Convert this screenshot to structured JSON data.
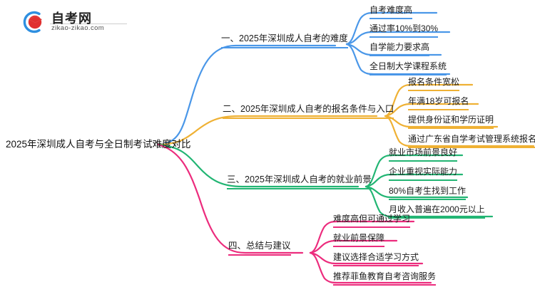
{
  "logo": {
    "name_cn": "自考网",
    "url": "zikao-zikao.com",
    "mark_icon": "graduation-cap-icon",
    "arc_color": "#2e8fe0",
    "cap_color": "#e03030"
  },
  "mindmap": {
    "root": {
      "label": "2025年深圳成人自考与全日制考试难度对比"
    },
    "branches": [
      {
        "label": "一、2025年深圳成人自考的难度",
        "color": "#4a97e8",
        "children": [
          {
            "label": "自考难度高"
          },
          {
            "label": "通过率10%到30%"
          },
          {
            "label": "自学能力要求高"
          },
          {
            "label": "全日制大学课程系统"
          }
        ]
      },
      {
        "label": "二、2025年深圳成人自考的报名条件与入口",
        "color": "#efb134",
        "children": [
          {
            "label": "报名条件宽松"
          },
          {
            "label": "年满18岁可报名"
          },
          {
            "label": "提供身份证和学历证明"
          },
          {
            "label": "通过广东省自学考试管理系统报名"
          }
        ]
      },
      {
        "label": "三、2025年深圳成人自考的就业前景",
        "color": "#22b573",
        "children": [
          {
            "label": "就业市场前景良好"
          },
          {
            "label": "企业重视实际能力"
          },
          {
            "label": "80%自考生找到工作"
          },
          {
            "label": "月收入普遍在2000元以上"
          }
        ]
      },
      {
        "label": "四、总结与建议",
        "color": "#ec2c7d",
        "children": [
          {
            "label": "难度高但可通过学习"
          },
          {
            "label": "就业前景保障"
          },
          {
            "label": "建议选择合适学习方式"
          },
          {
            "label": "推荐菲鱼教育自考咨询服务"
          }
        ]
      }
    ]
  }
}
